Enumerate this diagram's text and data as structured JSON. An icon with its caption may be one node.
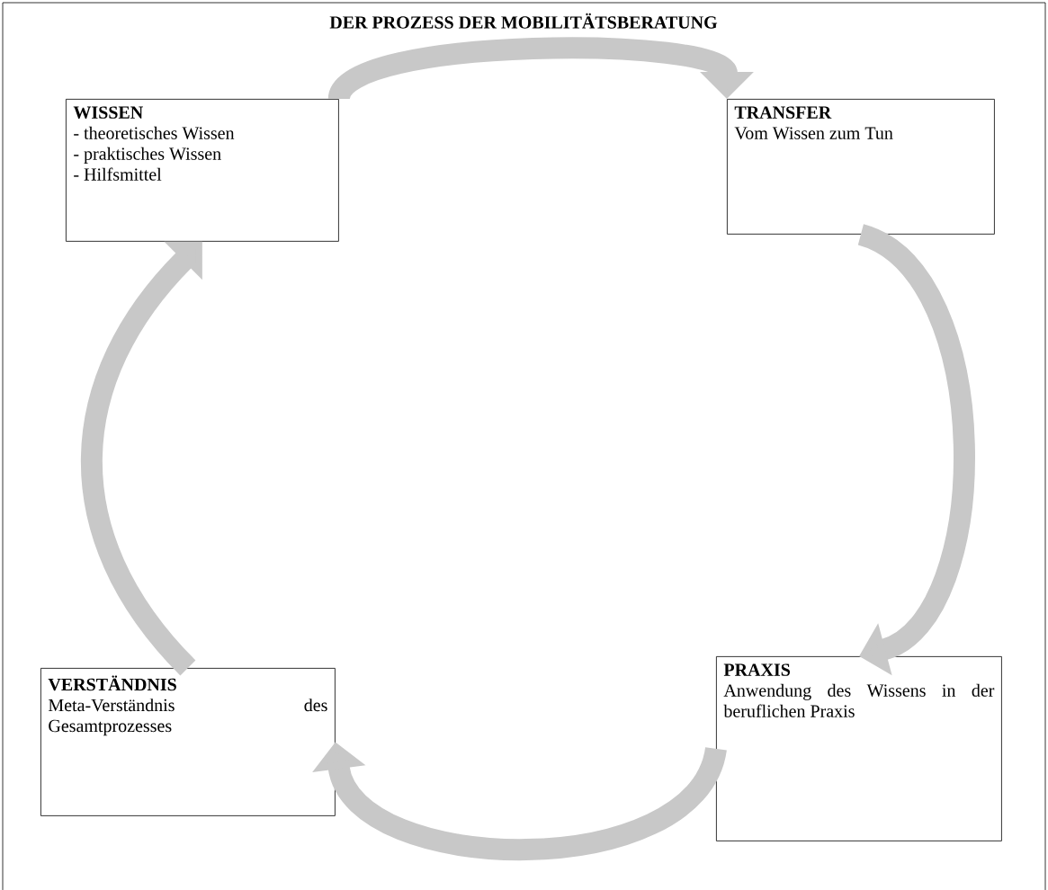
{
  "diagram": {
    "title": "DER PROZESS DER MOBILITÄTSBERATUNG",
    "nodes": [
      {
        "text": [
          "WISSEN",
          "- theoretisches Wissen",
          "- praktisches Wissen",
          "- Hilfsmittel"
        ]
      },
      {
        "text": [
          "TRANSFER",
          "Vom Wissen zum Tun"
        ]
      },
      {
        "text": [
          "PRAXIS",
          "Anwendung des Wissens in der beruflichen Praxis"
        ]
      },
      {
        "text": [
          "VERSTÄNDNIS",
          "Meta-Verständnis des Gesamtprozesses"
        ]
      }
    ],
    "edges": [
      {
        "from": 0,
        "to": 1,
        "arrow": "to"
      },
      {
        "from": 1,
        "to": 2,
        "arrow": "to"
      },
      {
        "from": 2,
        "to": 3,
        "arrow": "to"
      },
      {
        "from": 3,
        "to": 0,
        "arrow": "to"
      }
    ]
  }
}
